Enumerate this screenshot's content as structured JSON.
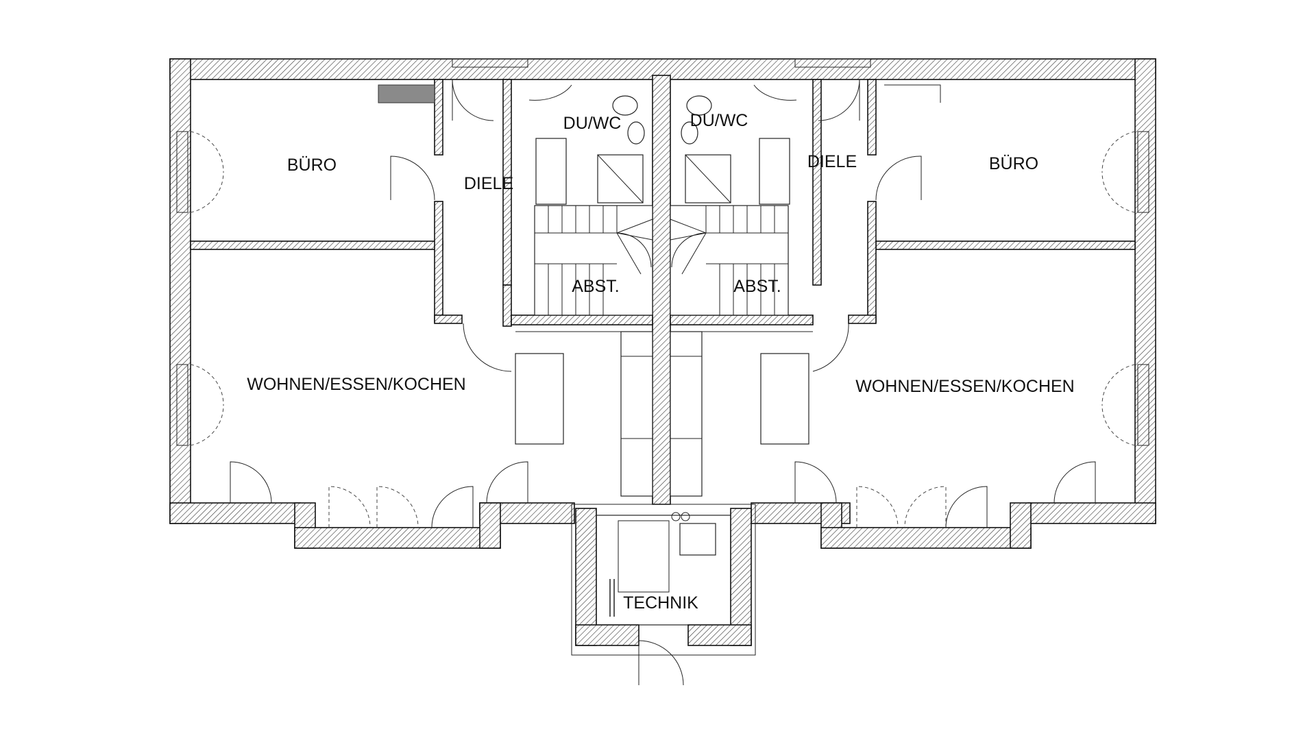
{
  "plan": {
    "left_unit": {
      "buero": "BÜRO",
      "diele": "DIELE",
      "du_wc": "DU/WC",
      "abst": "ABST.",
      "wohnen": "WOHNEN/ESSEN/KOCHEN"
    },
    "right_unit": {
      "buero": "BÜRO",
      "diele": "DIELE",
      "du_wc": "DU/WC",
      "abst": "ABST.",
      "wohnen": "WOHNEN/ESSEN/KOCHEN"
    },
    "technik": "TECHNIK"
  },
  "colors": {
    "line": "#111111",
    "background": "#ffffff",
    "fill_gray": "#8a8a8a"
  }
}
